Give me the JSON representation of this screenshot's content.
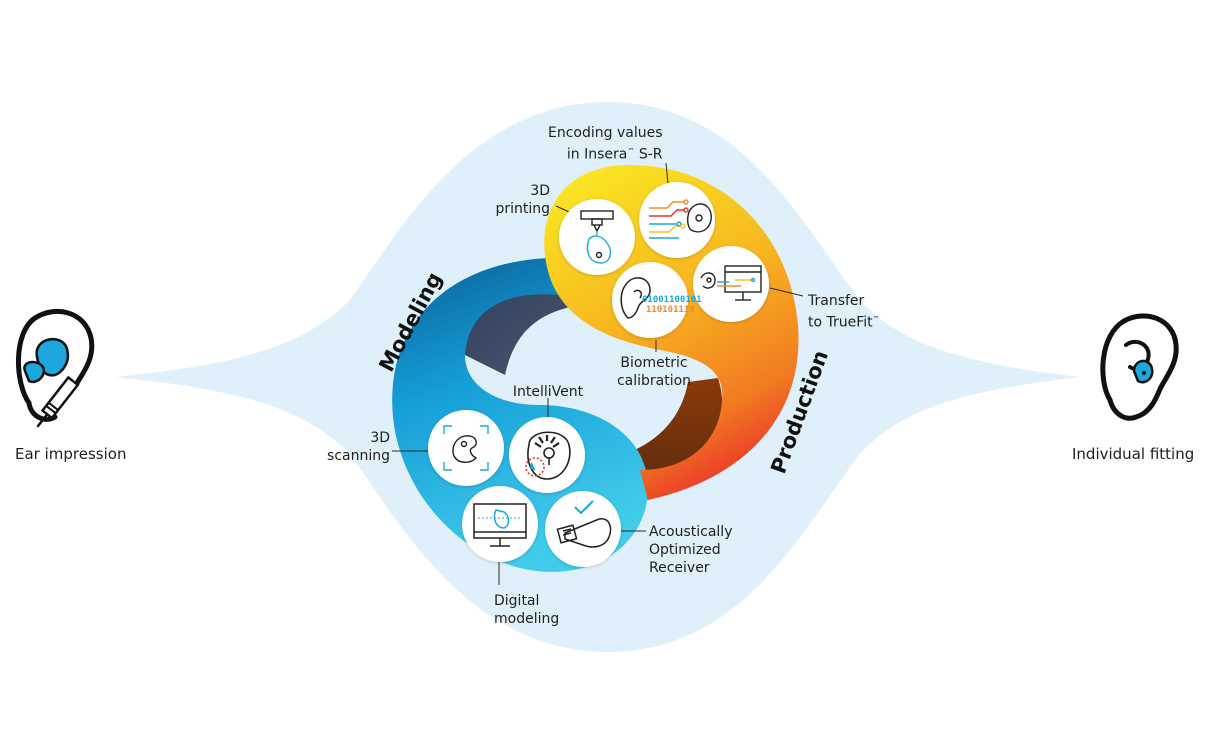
{
  "left": {
    "label": "Ear impression",
    "icon": "ear-impression-icon"
  },
  "right": {
    "label": "Individual fitting",
    "icon": "fitted-ear-icon"
  },
  "cycle": {
    "modeling": "Modeling",
    "production": "Production"
  },
  "steps": {
    "encoding": {
      "line1": "Encoding values",
      "line2": "in Insera",
      "tm": "™",
      "line2b": " S-R",
      "icon": "circuit-encoding-icon"
    },
    "printing": {
      "line1": "3D",
      "line2": "printing",
      "icon": "3d-printer-icon"
    },
    "transfer": {
      "line1": "Transfer",
      "line2": "to TrueFit",
      "tm": "™",
      "icon": "monitor-transfer-icon"
    },
    "biometric": {
      "line1": "Biometric",
      "line2": "calibration",
      "code1": "01001100101",
      "code2": "110101110",
      "icon": "ear-binary-icon"
    },
    "intellivent": {
      "line1": "IntelliVent",
      "icon": "vent-shell-icon"
    },
    "scanning": {
      "line1": "3D",
      "line2": "scanning",
      "icon": "scan-frame-icon"
    },
    "digital": {
      "line1": "Digital",
      "line2": "modeling",
      "icon": "monitor-model-icon"
    },
    "acoustic": {
      "line1": "Acoustically",
      "line2": "Optimized",
      "line3": "Receiver",
      "icon": "receiver-icon"
    }
  },
  "colors": {
    "halo": "#e0f0fa",
    "blue_light": "#3cc6ea",
    "blue_dark": "#0b6fa4",
    "yellow": "#f9e222",
    "orange": "#f5a020",
    "red": "#ec3a2a",
    "navy": "#35455f",
    "brown": "#6a3010",
    "accent_blue": "#1aa7dd",
    "accent_orange": "#f08a2a"
  }
}
